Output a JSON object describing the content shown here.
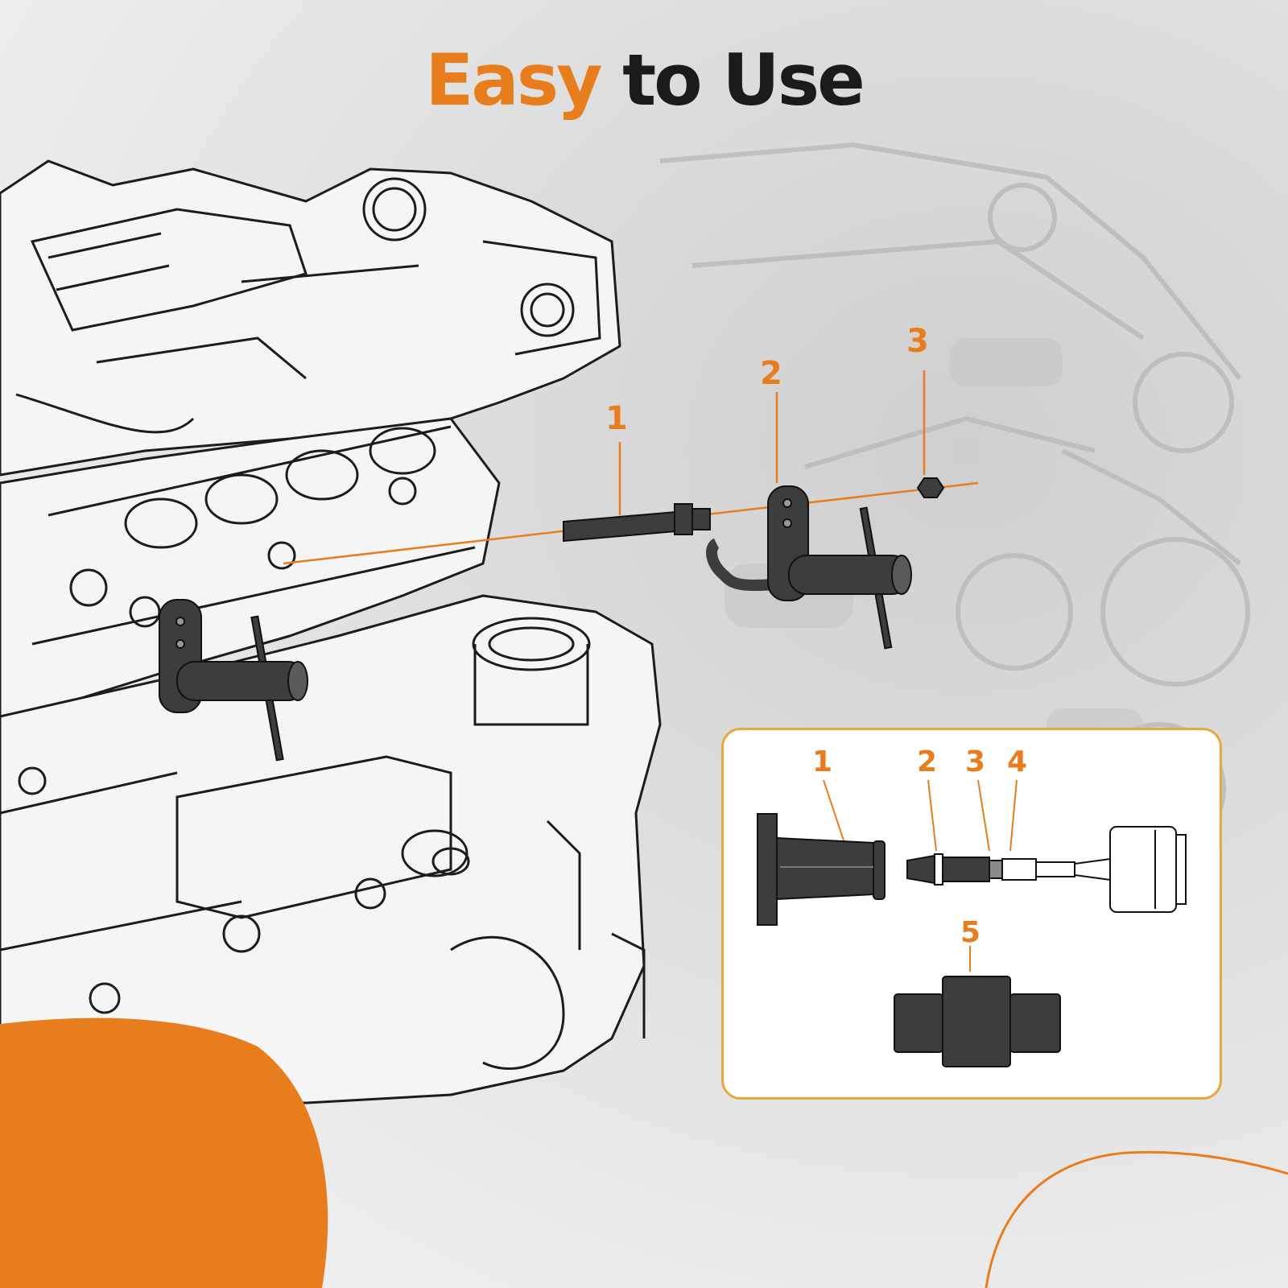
{
  "headline": {
    "word1": "Easy",
    "word2": "to Use"
  },
  "callouts": [
    "1",
    "2",
    "3"
  ],
  "parts_panel": {
    "labels": [
      "1",
      "2",
      "3",
      "4",
      "5"
    ]
  },
  "colors": {
    "accent": "#e87d1e",
    "panel_border": "#e9a73f",
    "dark": "#1b1b1b",
    "part_fill": "#3d3d3d"
  }
}
